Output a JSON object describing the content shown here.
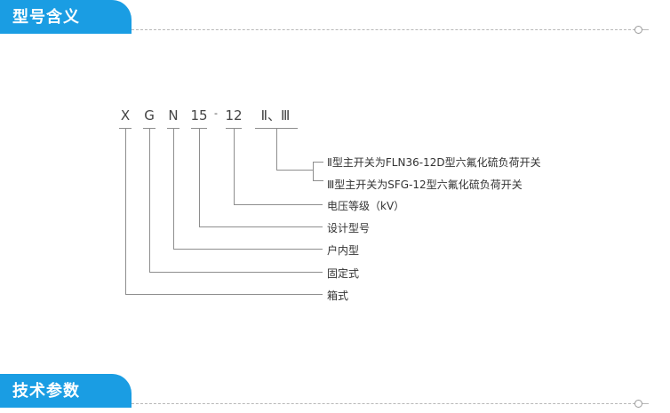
{
  "sections": [
    {
      "title": "型号含义"
    },
    {
      "title": "技术参数"
    }
  ],
  "model_code": [
    "X",
    "G",
    "N",
    "15",
    "-",
    "12",
    "Ⅱ、Ⅲ"
  ],
  "meanings": {
    "type_ii": "Ⅱ型主开关为FLN36-12D型六氟化硫负荷开关",
    "type_iii": "Ⅲ型主开关为SFG-12型六氟化硫负荷开关",
    "voltage": "电压等级（kV）",
    "design": "设计型号",
    "indoor": "户内型",
    "fixed": "固定式",
    "box": "箱式"
  }
}
